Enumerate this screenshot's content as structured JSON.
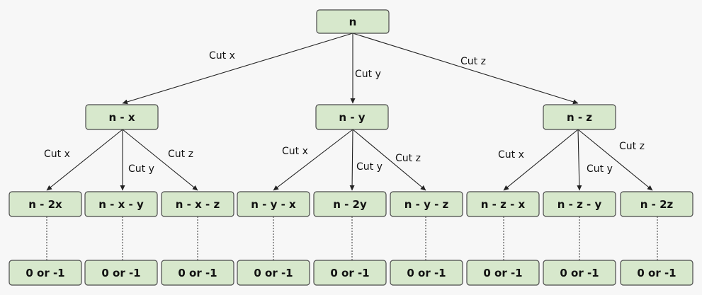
{
  "nodes": {
    "root": "n",
    "l1": [
      "n - x",
      "n - y",
      "n - z"
    ],
    "l2": [
      "n - 2x",
      "n - x - y",
      "n - x - z",
      "n - y - x",
      "n - 2y",
      "n - y - z",
      "n - z - x",
      "n - z - y",
      "n - 2z"
    ],
    "l3": [
      "0 or -1",
      "0 or -1",
      "0 or -1",
      "0 or -1",
      "0 or -1",
      "0 or -1",
      "0 or -1",
      "0 or -1",
      "0 or -1"
    ]
  },
  "edge_labels": {
    "root": [
      "Cut x",
      "Cut y",
      "Cut z"
    ],
    "l1": [
      [
        "Cut x",
        "Cut y",
        "Cut z"
      ],
      [
        "Cut x",
        "Cut y",
        "Cut z"
      ],
      [
        "Cut x",
        "Cut y",
        "Cut z"
      ]
    ]
  }
}
